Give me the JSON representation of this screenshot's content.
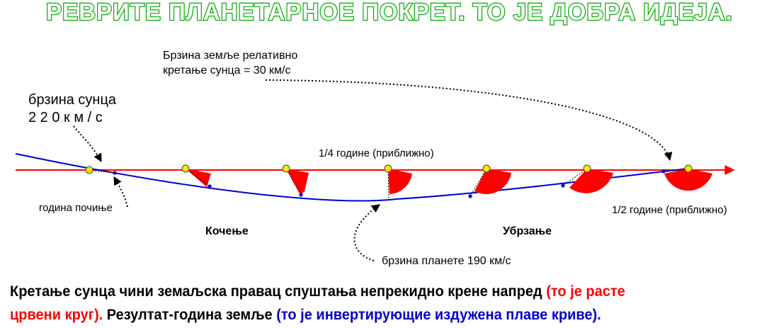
{
  "title": "РЕВРИТЕ ПЛАНЕТАРНОЕ ПОКРЕТ. ТО ЈЕ ДОБРА ИДЕЈА.",
  "labels": {
    "earth_speed_line1": "Брзина земље релативно",
    "earth_speed_line2": "кретање сунца = 30 км/с",
    "sun_speed_line1": "брзина сунца",
    "sun_speed_line2": "2 2 0   к м / с",
    "quarter_year": "1/4 године (приближно)",
    "year_start": "година почиње",
    "half_year": "1/2 године (приближно)",
    "braking": "Кочење",
    "acceleration": "Убрзање",
    "planet_speed": "брзина планете 190 км/с"
  },
  "caption": {
    "line1_black": "Кретање сунца чини земаљска правац спуштања непрекидно крене напред ",
    "line1_red": "(то је расте",
    "line2_red": "црвени круг).",
    "line2_black": " Резултат-година земље ",
    "line2_blue": "(то је инвертирующие издужена плаве криве)."
  },
  "colors": {
    "title_outline": "#00aa00",
    "sun_line": "#ff0000",
    "earth_curve": "#0000cc",
    "sun_marker": "#ffe600",
    "sector": "#ff0000"
  }
}
